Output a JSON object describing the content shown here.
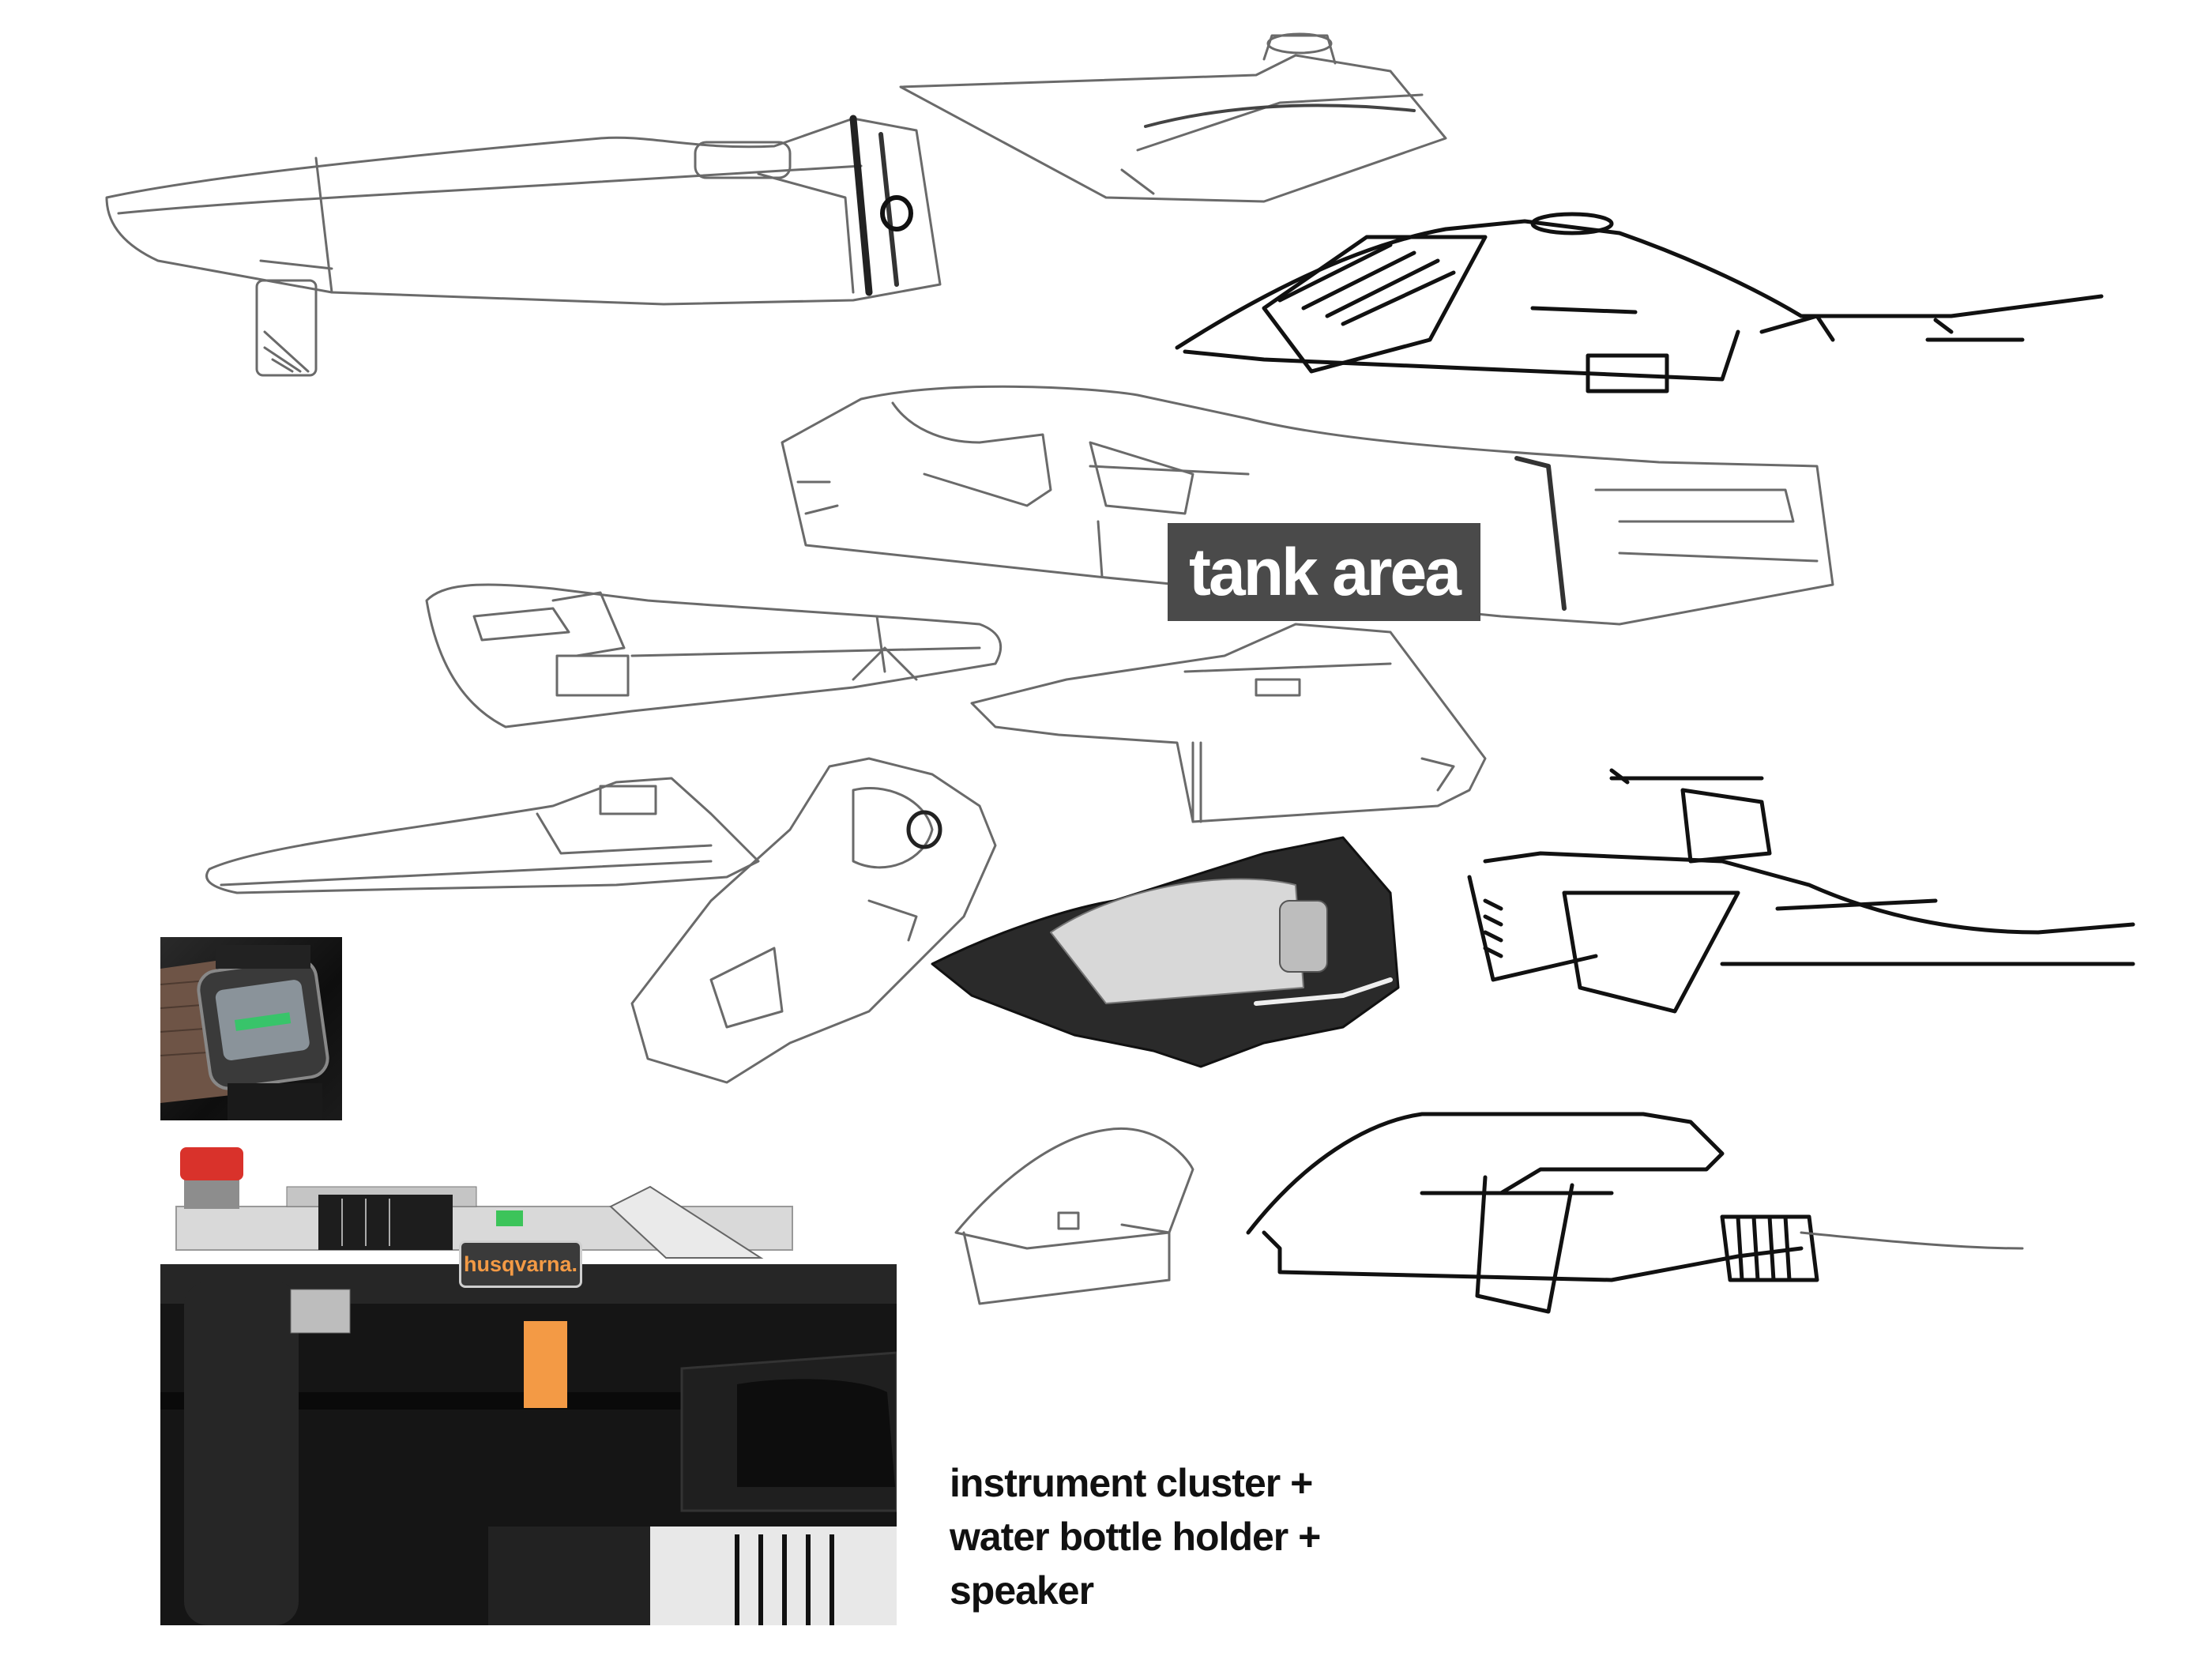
{
  "labels": {
    "tank_area": "tank area",
    "caption_lines": [
      "instrument cluster +",
      "water bottle holder +",
      "speaker"
    ],
    "brand": "husqvarna."
  },
  "colors": {
    "label_background": "#4a4a4a",
    "label_text": "#ffffff",
    "brand_accent": "#f39a45",
    "render_body": "#151515",
    "emergency_button": "#d9322b",
    "indicator_green": "#3cc45a"
  },
  "images": {
    "watch_photo": "wrist-watch-photo",
    "product_render": "motorcycle-dash-render",
    "sketches": "pencil-concept-sketches"
  }
}
